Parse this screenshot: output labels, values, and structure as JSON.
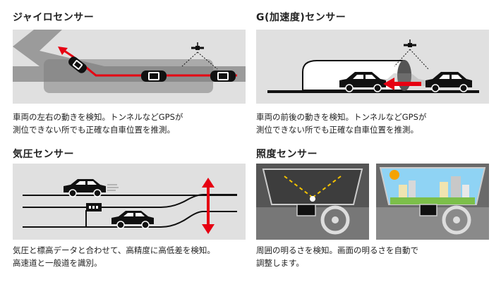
{
  "gyro": {
    "title": "ジャイロセンサー",
    "desc1": "車両の左右の動きを検知。トンネルなどGPSが",
    "desc2": "測位できない所でも正確な自車位置を推測。"
  },
  "accel": {
    "title": "G(加速度)センサー",
    "desc1": "車両の前後の動きを検知。トンネルなどGPSが",
    "desc2": "測位できない所でも正確な自車位置を推測。"
  },
  "pressure": {
    "title": "気圧センサー",
    "desc1": "気圧と標高データと合わせて、高精度に高低差を検知。",
    "desc2": "高速道と一般道を識別。"
  },
  "light": {
    "title": "照度センサー",
    "desc1": "周囲の明るさを検知。画面の明るさを自動で",
    "desc2": "調整します。"
  },
  "colors": {
    "accent": "#e60012",
    "road": "#9a9a9a",
    "bg": "#e0e0e0",
    "dark": "#111111"
  },
  "icons": [
    "car-icon",
    "satellite-icon",
    "arrow-icon",
    "sign-icon",
    "sun-icon",
    "steering-wheel-icon",
    "navigation-screen-icon"
  ]
}
